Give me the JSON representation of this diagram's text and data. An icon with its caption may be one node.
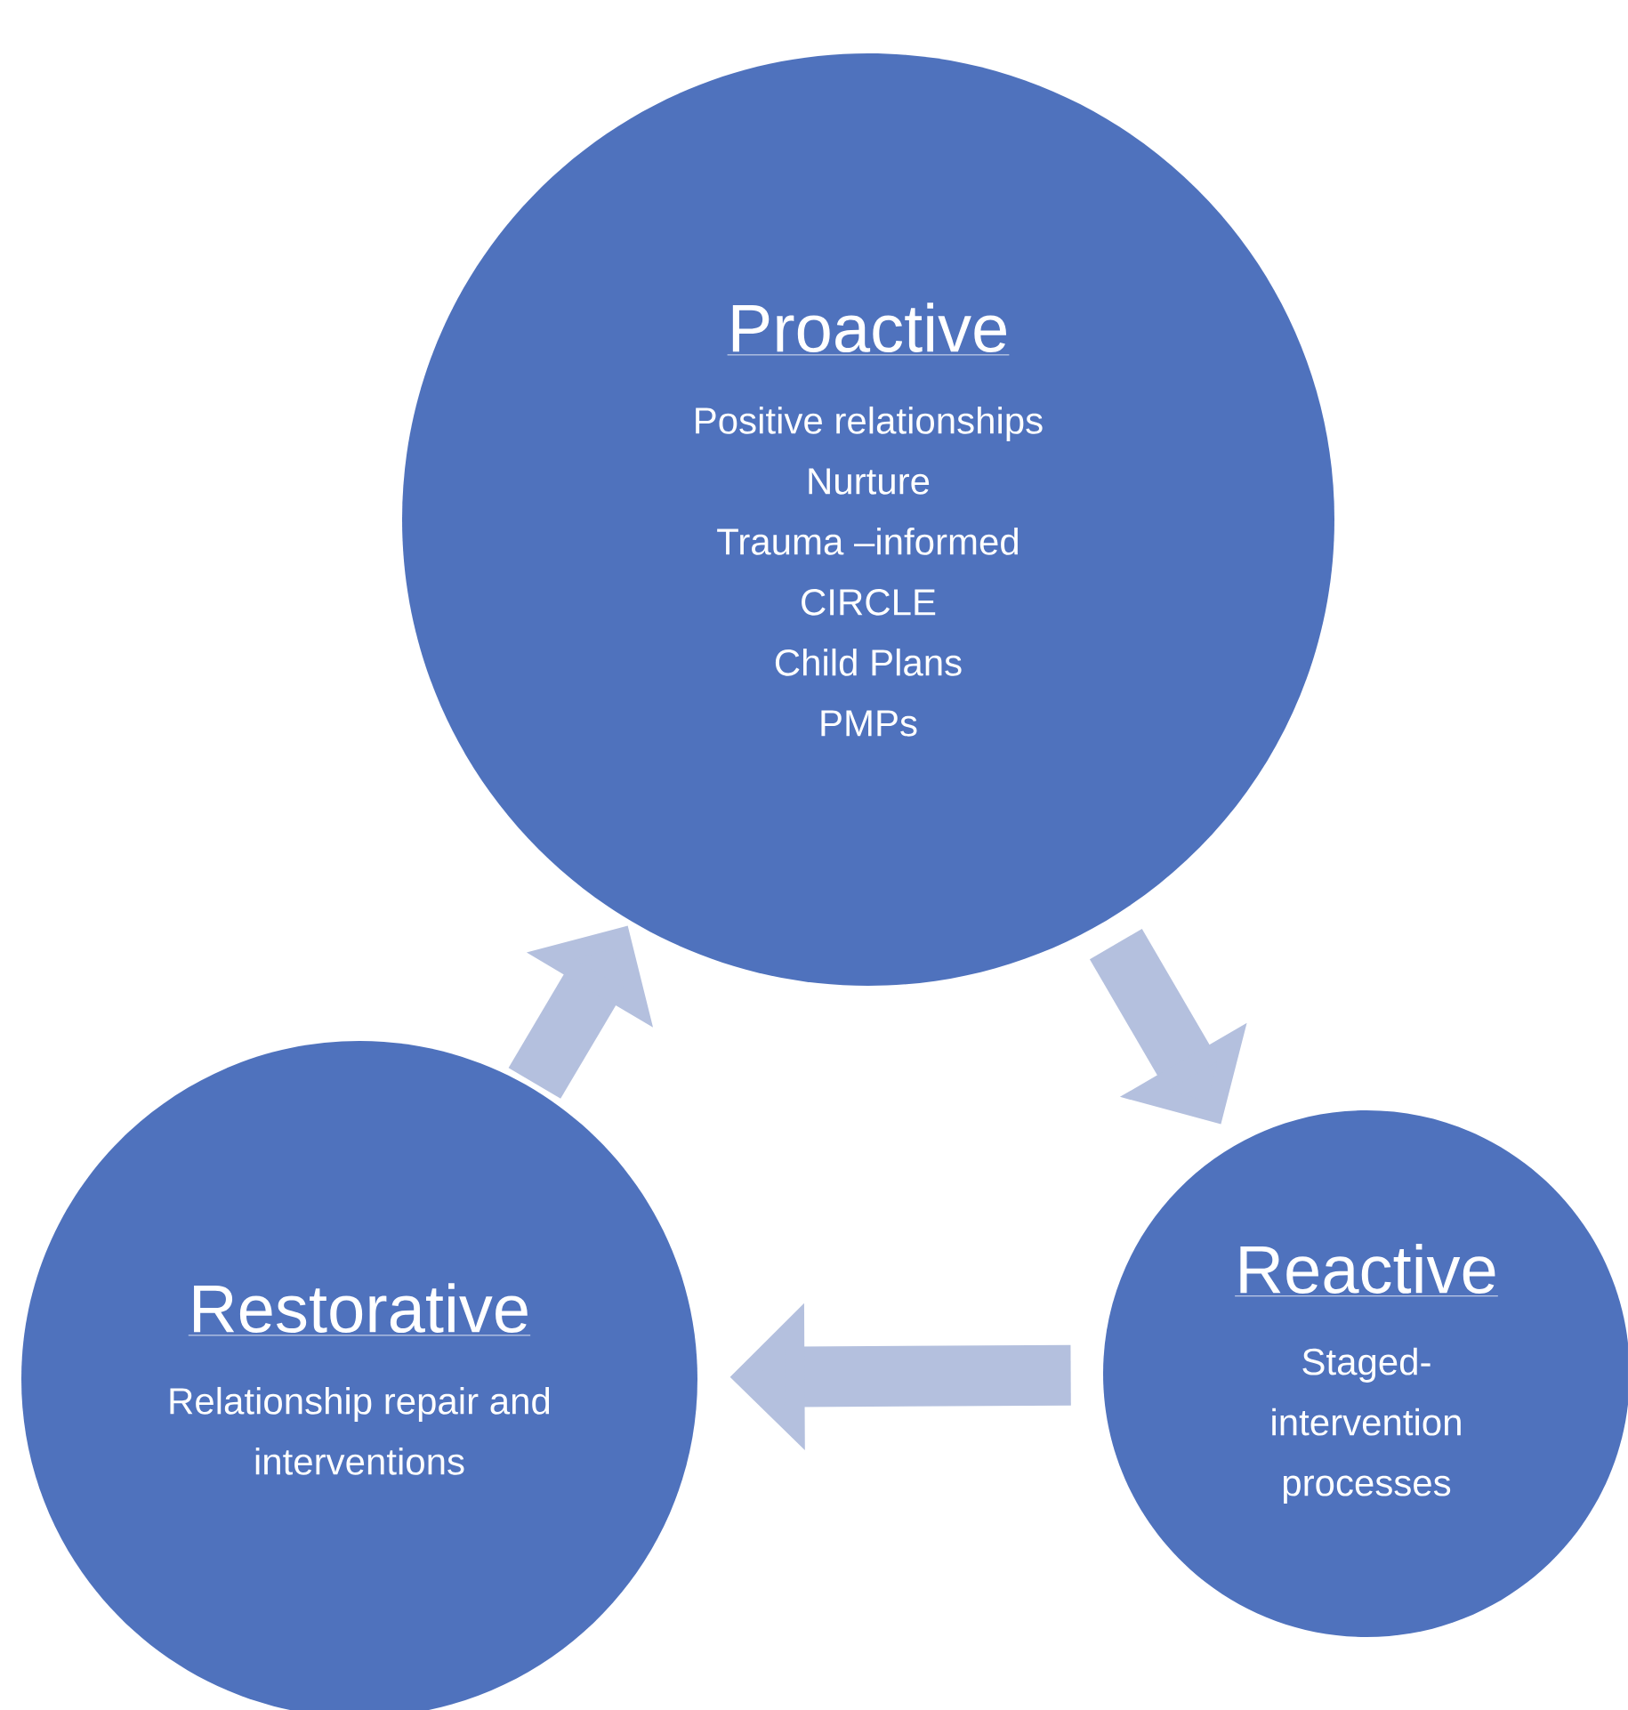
{
  "diagram": {
    "nodes": [
      {
        "text": [
          "Proactive",
          "Positive relationships",
          "Nurture",
          "Trauma –informed",
          "CIRCLE",
          "Child Plans",
          "PMPs"
        ]
      },
      {
        "text": [
          "Reactive",
          "Staged-intervention processes"
        ]
      },
      {
        "text": [
          "Restorative",
          "Relationship repair and interventions"
        ]
      }
    ],
    "edges": [
      {
        "from": 0,
        "to": 1,
        "arrow": "to"
      },
      {
        "from": 1,
        "to": 2,
        "arrow": "to"
      },
      {
        "from": 2,
        "to": 0,
        "arrow": "to"
      }
    ]
  }
}
